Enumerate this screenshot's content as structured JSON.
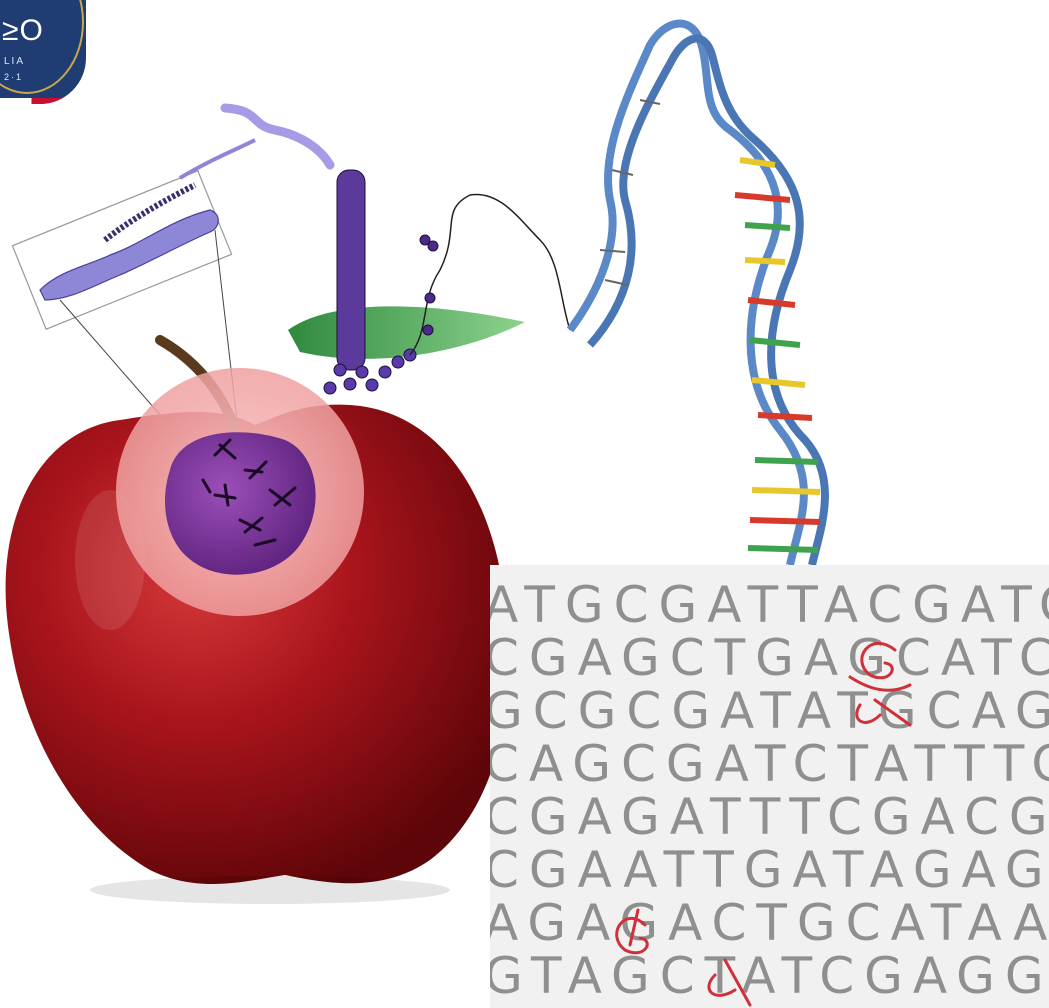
{
  "logo": {
    "big_text": "≥O",
    "line1": "LIA",
    "line2": "2·1"
  },
  "sequence": {
    "lines": [
      "ATGCGATTACGATCGA",
      "CGAGCTGAGCATCGA",
      "GCGCGATATGCAGC",
      "CAGCGATCTATTTCA",
      "CGAGATTTCGACGA",
      "CGAATTGATAGAGCC",
      "AGAGACTGCATAACC",
      "GTAGCTATCGAGGA"
    ],
    "mutation_letters": [
      "G",
      "a",
      "G",
      "a"
    ]
  },
  "colors": {
    "apple": "#a9141c",
    "nucleus": "#6a2a8c",
    "cell": "#f4b6b6",
    "dna_backbone": "#5b88c6",
    "leaf": "#3fa34d",
    "sequence_text": "#8f8f8f",
    "mutation_ink": "#d0303a"
  }
}
